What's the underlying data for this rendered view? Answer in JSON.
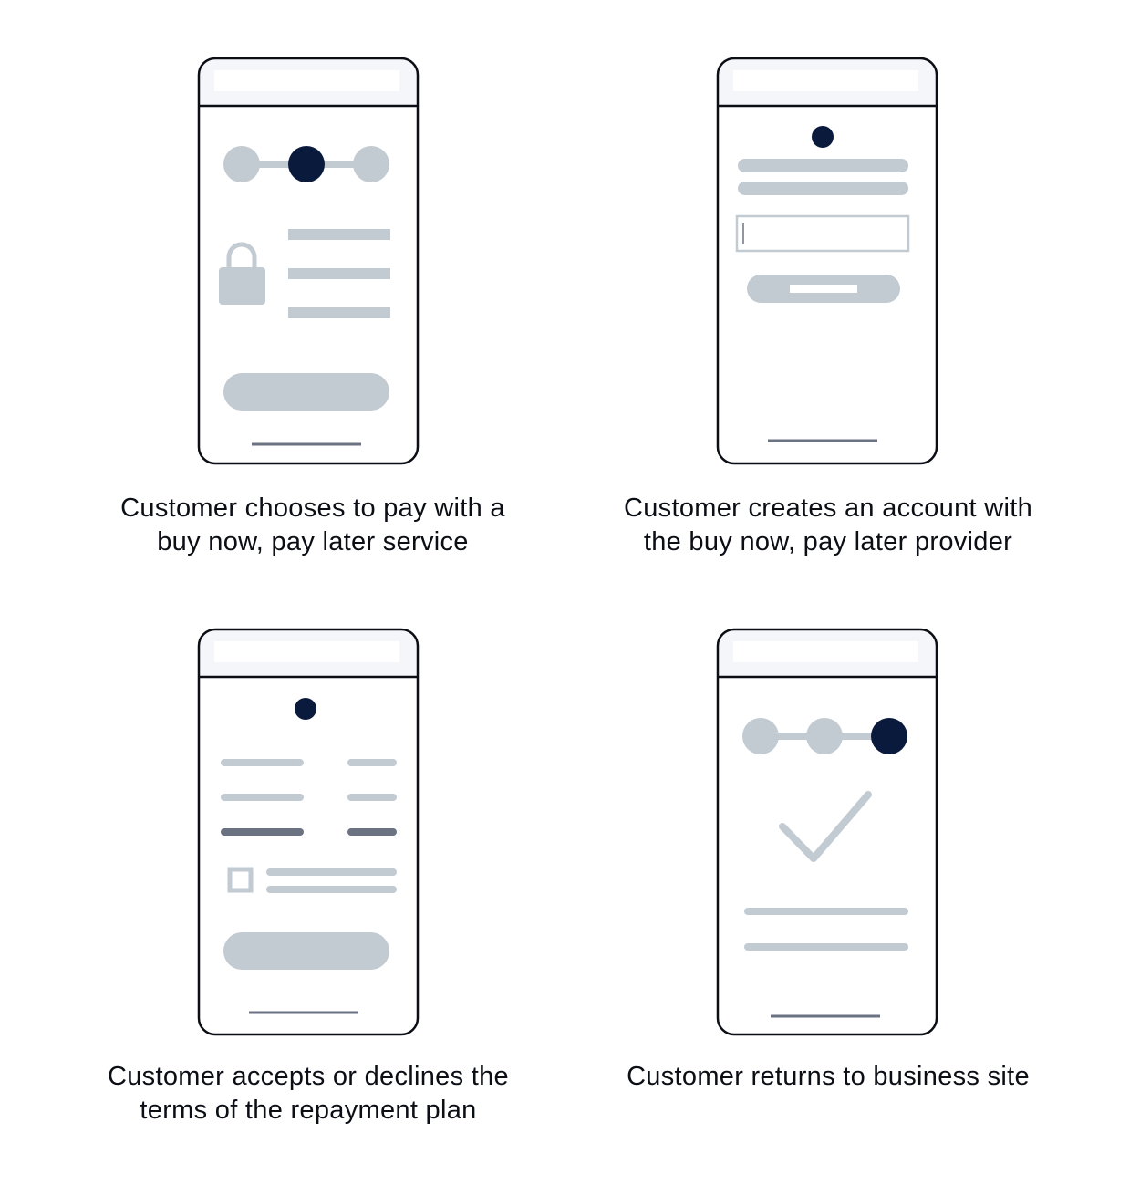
{
  "colors": {
    "outline": "#0b0e14",
    "header_fill": "#f4f6f9",
    "placeholder": "#c2cad2",
    "dark_line": "#6b7282",
    "accent": "#0a1a3c"
  },
  "steps": [
    {
      "caption": "Customer chooses to pay with a\nbuy now, pay later service",
      "icons": [
        "progress-stepper-icon",
        "lock-icon",
        "button-icon"
      ]
    },
    {
      "caption": "Customer creates an account with\nthe buy now, pay later provider",
      "icons": [
        "avatar-dot-icon",
        "text-input-icon",
        "button-icon"
      ]
    },
    {
      "caption": "Customer accepts or declines the\nterms of the repayment plan",
      "icons": [
        "avatar-dot-icon",
        "checkbox-icon",
        "button-icon"
      ]
    },
    {
      "caption": "Customer returns to business site",
      "icons": [
        "progress-stepper-icon",
        "checkmark-icon"
      ]
    }
  ]
}
